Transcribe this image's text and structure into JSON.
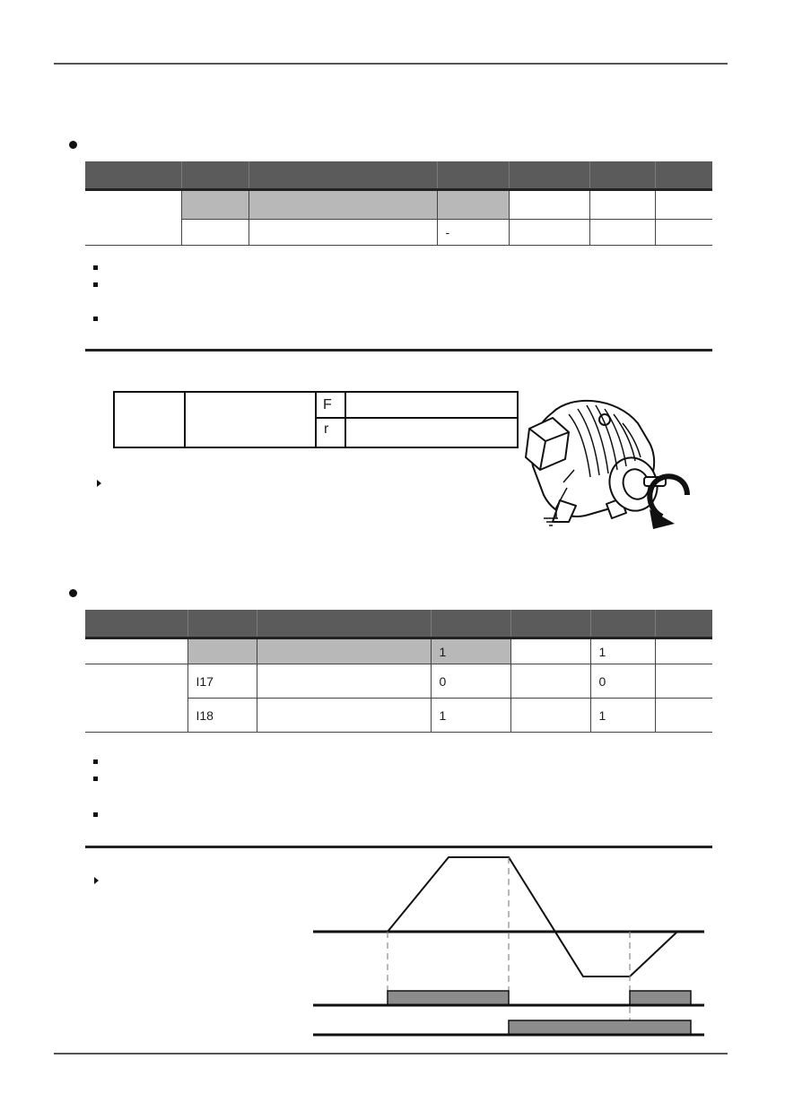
{
  "section1": {
    "table": {
      "headers": [
        "",
        "",
        "",
        "",
        "",
        "",
        ""
      ],
      "row1": [
        "",
        "",
        "",
        "",
        "",
        "",
        ""
      ],
      "row2": [
        "",
        "",
        "",
        "-",
        "",
        "",
        ""
      ]
    },
    "rotation_table": {
      "options": [
        {
          "code": "F",
          "desc": ""
        },
        {
          "code": "r",
          "desc": ""
        }
      ]
    }
  },
  "section2": {
    "table": {
      "headers": [
        "",
        "",
        "",
        "",
        "",
        "",
        ""
      ],
      "row1": [
        "",
        "",
        "",
        "1",
        "",
        "1",
        ""
      ],
      "row2": [
        "",
        "I17",
        "",
        "0",
        "",
        "0",
        ""
      ],
      "row3": [
        "",
        "I18",
        "",
        "1",
        "",
        "1",
        ""
      ]
    }
  },
  "colors": {
    "header_bg": "#5b5b5b",
    "shade": "#b8b8b8",
    "pulse_fill": "#8c8c8c"
  },
  "icons": [
    "motor-illustration",
    "ground-symbol-icon",
    "rotation-arrow-icon",
    "triangle-pointer-icon",
    "bullet-icon",
    "square-bullet-icon"
  ]
}
